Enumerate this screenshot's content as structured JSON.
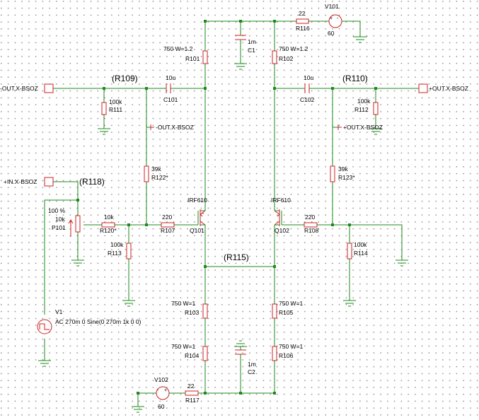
{
  "nets": {
    "r109": "(R109)",
    "r110": "(R110)",
    "r118": "(R118)",
    "r115": "(R115)"
  },
  "ports": {
    "out_x_bsoz_left": "-OUT.X-BSOZ",
    "out_x_bsoz_right": "+OUT.X-BSOZ",
    "in_x_bsoz": "+IN.X-BSOZ",
    "probe_left": "-OUT.X-BSOZ",
    "probe_right": "+OUT.X-BSOZ"
  },
  "components": {
    "r101": {
      "value": "750  W=1.2",
      "ref": "R101"
    },
    "r102": {
      "value": "750  W=1.2",
      "ref": "R102"
    },
    "r103": {
      "value": "750  W=1",
      "ref": "R103"
    },
    "r104": {
      "value": "750  W=1",
      "ref": "R104"
    },
    "r105": {
      "value": "750  W=1",
      "ref": "R105"
    },
    "r106": {
      "value": "750  W=1",
      "ref": "R106"
    },
    "r107": {
      "value": "220",
      "ref": "R107"
    },
    "r108": {
      "value": "220",
      "ref": "R108"
    },
    "r111": {
      "value": "100k",
      "ref": "R111"
    },
    "r112": {
      "value": "100k",
      "ref": "R112"
    },
    "r113": {
      "value": "100k",
      "ref": "R113"
    },
    "r114": {
      "value": "100k",
      "ref": "R114"
    },
    "r116": {
      "value": "22",
      "ref": "R116"
    },
    "r117": {
      "value": "22",
      "ref": "R117"
    },
    "r120": {
      "value": "10k",
      "ref": "R120*"
    },
    "r122": {
      "value": "39k",
      "ref": "R122*"
    },
    "r123": {
      "value": "39k",
      "ref": "R123*"
    },
    "p101": {
      "percent": "100 %",
      "value": "10k",
      "ref": "P101"
    },
    "c1": {
      "value": "1m",
      "ref": "C1"
    },
    "c2": {
      "value": "1m",
      "ref": "C2"
    },
    "c101": {
      "value": "10u",
      "ref": "C101"
    },
    "c102": {
      "value": "10u",
      "ref": "C102"
    },
    "q101": {
      "model": "IRF610",
      "ref": "Q101"
    },
    "q102": {
      "model": "IRF610",
      "ref": "Q102"
    },
    "v101": {
      "ref": "V101",
      "value": "60"
    },
    "v102": {
      "ref": "V102",
      "value": "60"
    },
    "v1": {
      "ref": "V1",
      "desc": "AC 270m 0 Sine(0 270m 1k 0 0)"
    }
  },
  "colors": {
    "wire": "#1e8a1e",
    "component": "#cc2222",
    "text": "#000000"
  }
}
